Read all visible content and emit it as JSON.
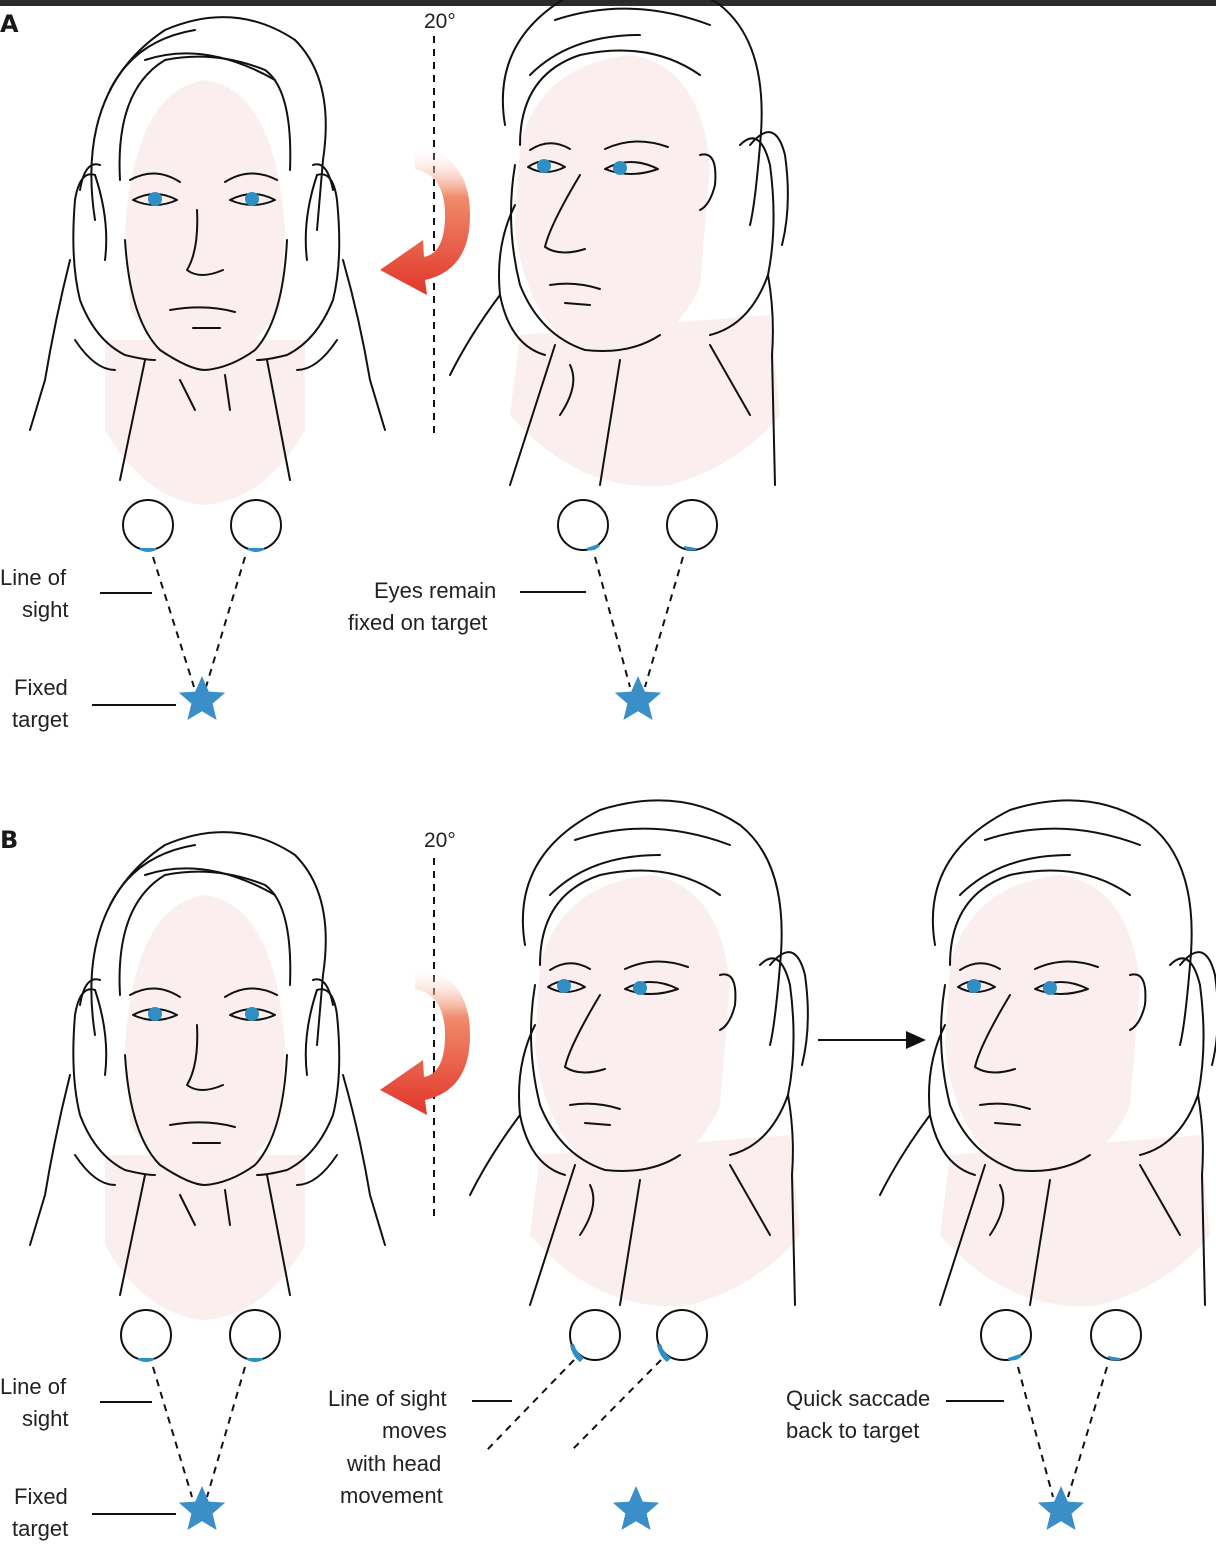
{
  "colors": {
    "accent_star": "#3a8fc9",
    "pupil": "#2f8fc4",
    "arrow": "#e2362a",
    "skin": "#fbeeee",
    "top_bar": "#2b2b2b"
  },
  "panel_a": {
    "letter": "A",
    "angle_label": "20°",
    "line_of_sight_label": [
      "Line of",
      "sight"
    ],
    "fixed_target_label": [
      "Fixed",
      "target"
    ],
    "eyes_fixed_label": [
      "Eyes remain",
      "fixed on target"
    ]
  },
  "panel_b": {
    "letter": "B",
    "angle_label": "20°",
    "line_of_sight_label": [
      "Line of",
      "sight"
    ],
    "fixed_target_label": [
      "Fixed",
      "target"
    ],
    "line_moves_label": [
      "Line of sight",
      "moves",
      "with head",
      "movement"
    ],
    "saccade_label": [
      "Quick saccade",
      "back to target"
    ]
  },
  "icons": [
    "head-front-icon",
    "head-turned-icon",
    "rotation-arrow-icon",
    "eye-icon",
    "star-target-icon",
    "right-arrow-icon"
  ]
}
